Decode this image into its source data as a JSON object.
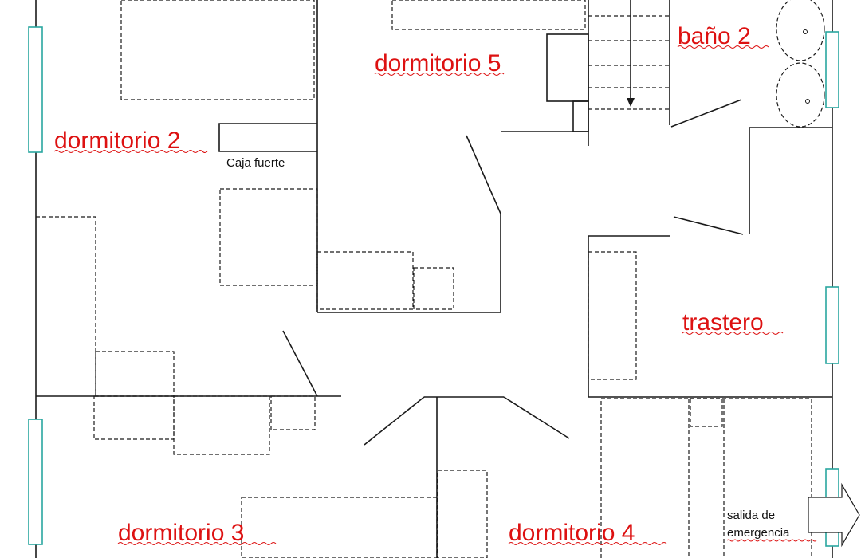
{
  "rooms": {
    "dormitorio_2": "dormitorio 2",
    "dormitorio_3": "dormitorio 3",
    "dormitorio_4": "dormitorio 4",
    "dormitorio_5": "dormitorio 5",
    "bano_2": "baño 2",
    "trastero": "trastero"
  },
  "labels": {
    "safe": "Caja fuerte",
    "exit_line1": "salida de",
    "exit_line2": "emergencia"
  },
  "colors": {
    "room_label": "#dd1111",
    "window": "#2aa6a0",
    "wall": "#1a1a1a"
  }
}
